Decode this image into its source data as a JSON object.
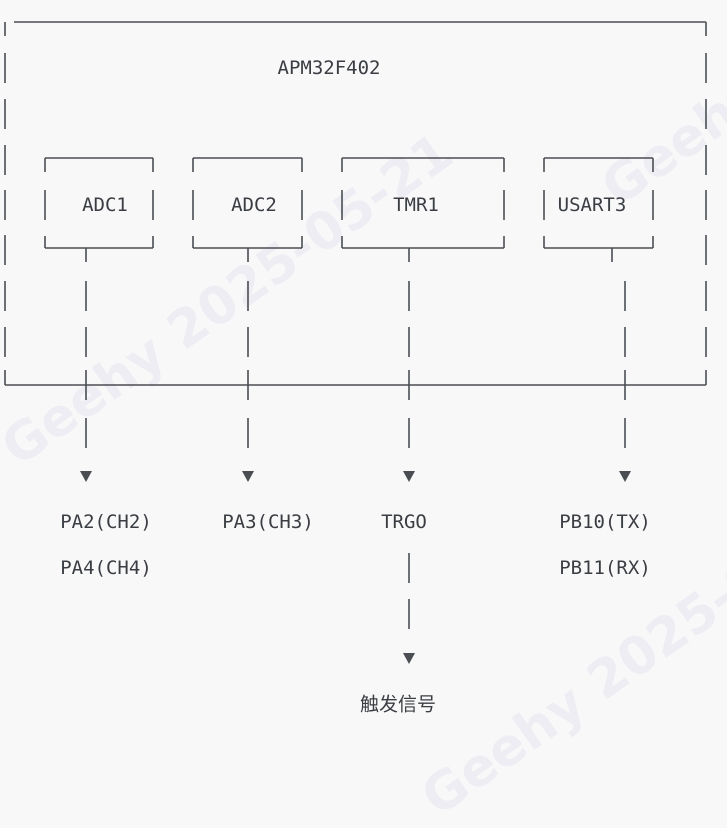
{
  "chip": "APM32F402",
  "blocks": [
    {
      "name": "ADC1"
    },
    {
      "name": "ADC2"
    },
    {
      "name": "TMR1"
    },
    {
      "name": "USART3"
    }
  ],
  "outputs": {
    "adc1": [
      "PA2(CH2)",
      "PA4(CH4)"
    ],
    "adc2": [
      "PA3(CH3)"
    ],
    "tmr1": [
      "TRGO"
    ],
    "usart3": [
      "PB10(TX)",
      "PB11(RX)"
    ]
  },
  "trigger_label": "触发信号",
  "watermark": "Geehy 2025-05-21",
  "colors": {
    "line": "#4a4d52",
    "text": "#3a3d42",
    "background": "#f8f8f9"
  }
}
